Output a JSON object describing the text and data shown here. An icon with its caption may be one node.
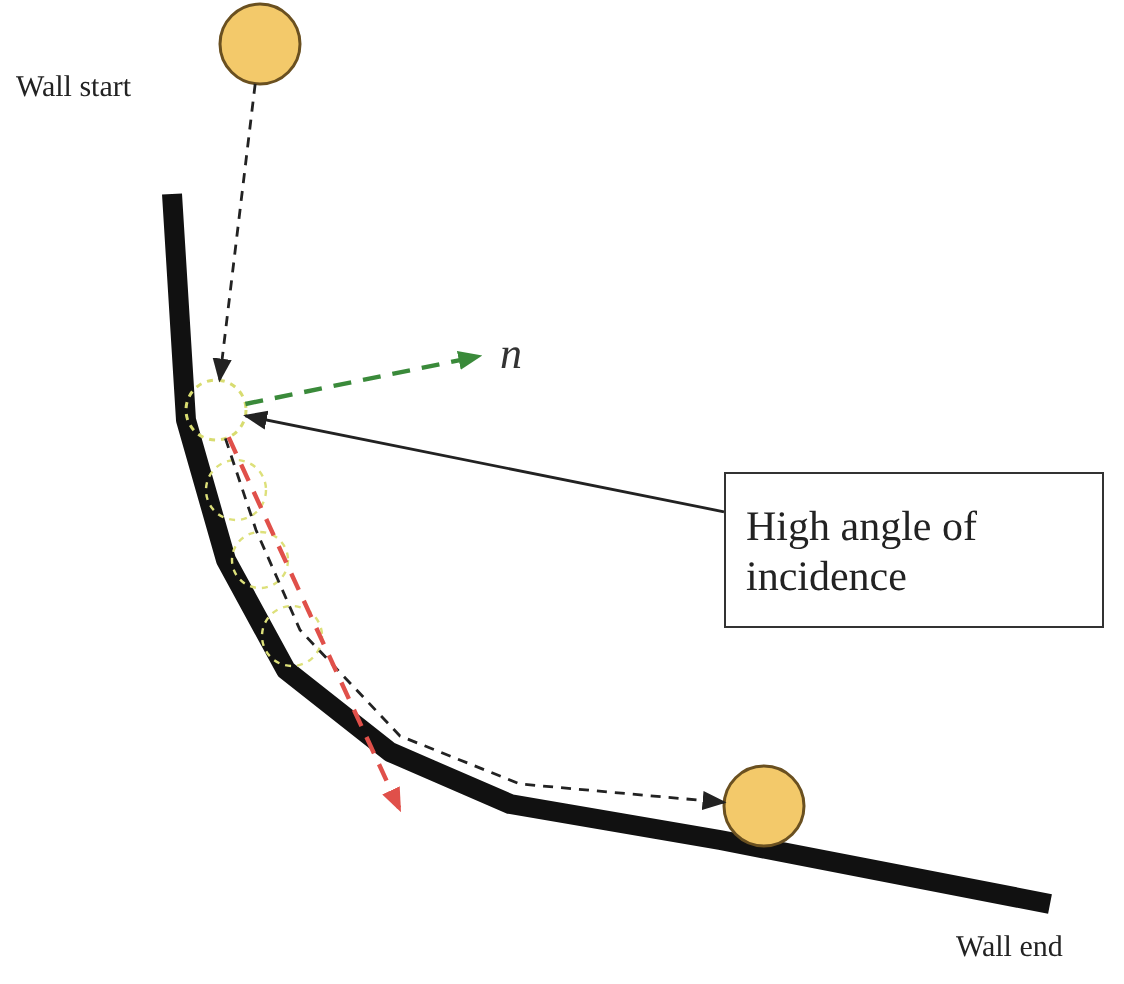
{
  "diagram": {
    "nodes": [
      {
        "text": [],
        "shape": "circle"
      },
      {
        "text": [],
        "shape": "circle"
      },
      {
        "text": [],
        "shape": "circle"
      },
      {
        "text": [
          "High angle of incidence"
        ]
      }
    ],
    "edges": [
      {
        "from": 0,
        "to": 1,
        "arrow": "to",
        "style": "dashed"
      },
      {
        "from": 1,
        "to": 2,
        "arrow": "to",
        "style": "dashed"
      },
      {
        "from": 3,
        "to": 1,
        "arrow": "to"
      },
      {
        "from": 1,
        "to": null,
        "arrow": "to",
        "style": "dashed",
        "color": "#3a8a3a",
        "label": "n"
      },
      {
        "from": 1,
        "to": null,
        "arrow": "to",
        "style": "dashed",
        "color": "#e0504a"
      }
    ],
    "labels": [
      "Wall start",
      "Wall end"
    ]
  }
}
